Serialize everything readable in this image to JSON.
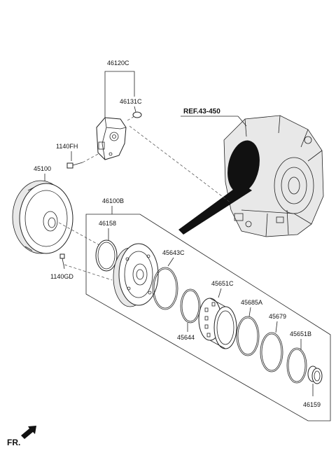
{
  "labels": {
    "p46120C": "46120C",
    "p46131C": "46131C",
    "p1140FH": "1140FH",
    "p45100": "45100",
    "p46100B": "46100B",
    "p46158": "46158",
    "p1140GD": "1140GD",
    "p45643C": "45643C",
    "p45651C": "45651C",
    "p45685A": "45685A",
    "p45679": "45679",
    "p45644": "45644",
    "p45651B": "45651B",
    "p46159": "46159",
    "ref": "REF.43-450",
    "fr": "FR."
  }
}
